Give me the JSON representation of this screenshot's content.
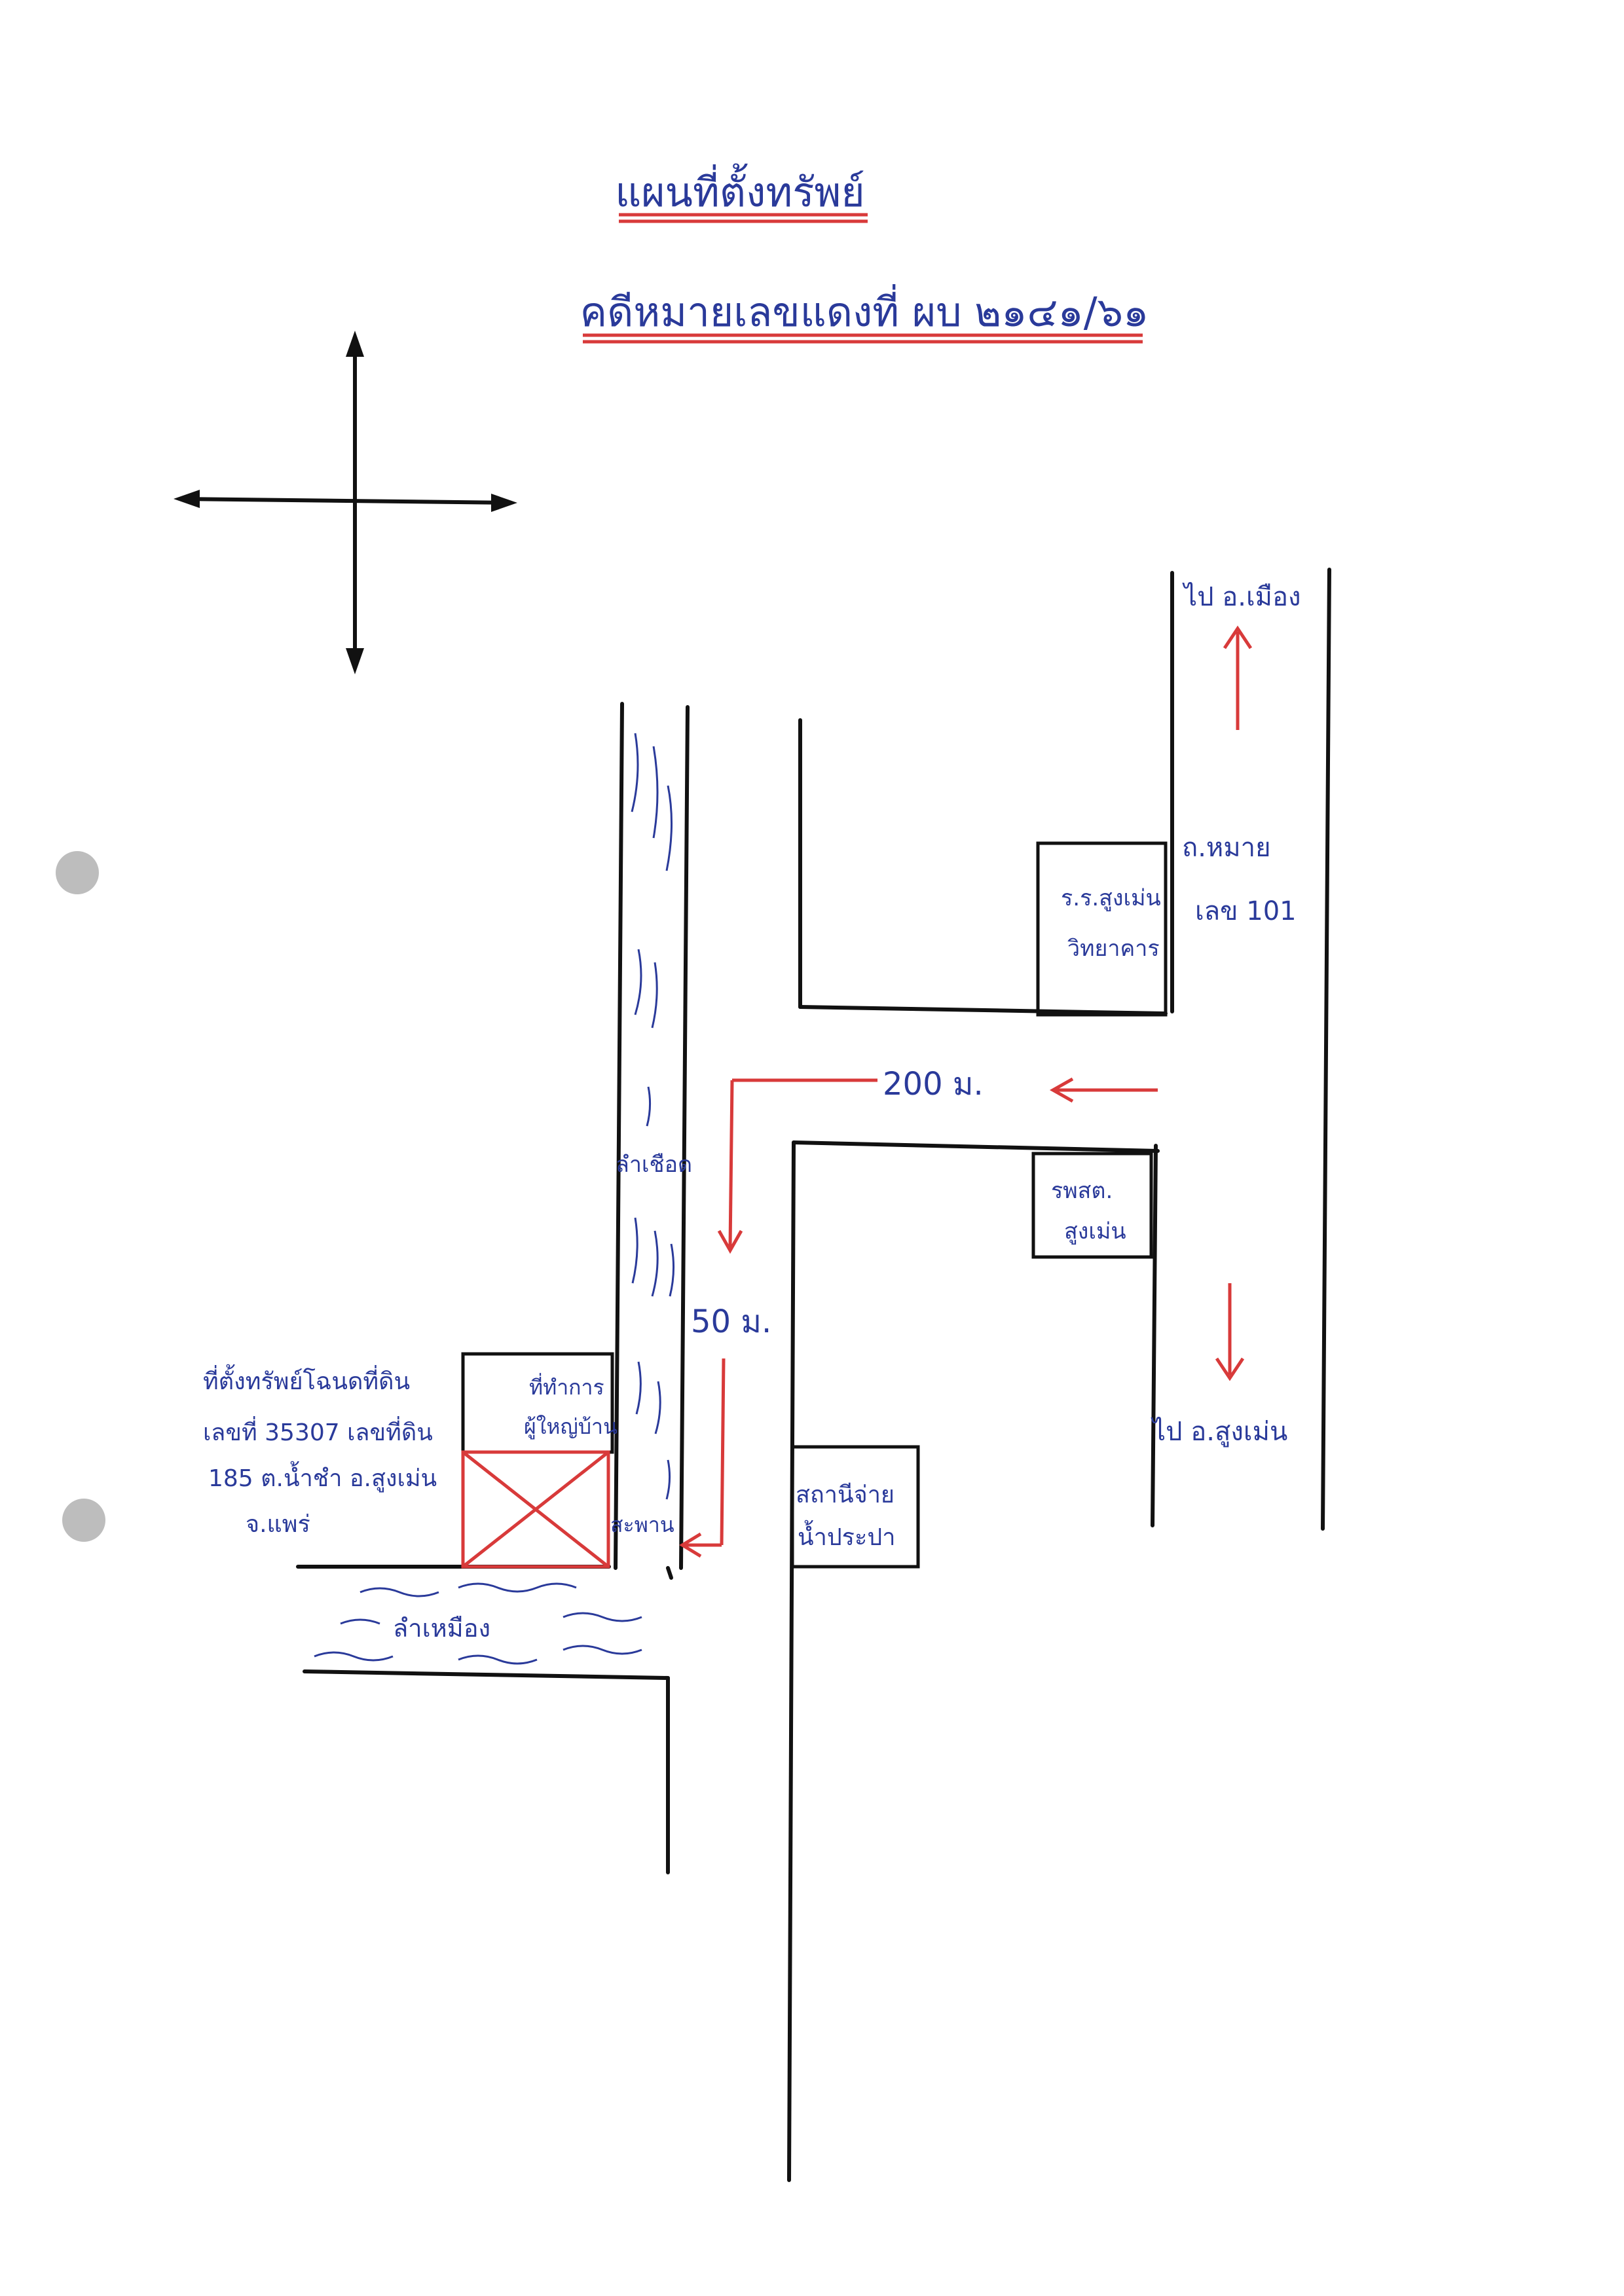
{
  "title": {
    "line1": "แผนที่ตั้งทรัพย์",
    "line2": "คดีหมายเลขแดงที่ ผบ ๒๑๔๑/๖๑"
  },
  "labels": {
    "to_mueang": "ไป อ.เมือง",
    "highway_line1": "ถ.หมาย",
    "highway_line2": "เลข 101",
    "school_line1": "ร.ร.สูงเม่น",
    "school_line2": "วิทยาคาร",
    "distance_200": "200 ม.",
    "creek_cheuat": "ลำเชือด",
    "distance_50": "50 ม.",
    "police_line1": "รพสต.",
    "police_line2": "สูงเม่น",
    "to_sungmen": "ไป อ.สูงเม่น",
    "property_line1": "ที่ตั้งทรัพย์โฉนดที่ดิน",
    "property_line2": "เลขที่ 35307 เลขที่ดิน",
    "property_line3": "185 ต.น้ำชำ อ.สูงเม่น",
    "property_line4": "จ.แพร่",
    "neighbor_line1": "ที่ทำการ",
    "neighbor_line2": "ผู้ใหญ่บ้าน",
    "bridge": "สะพาน",
    "water_station_line1": "สถานีจ่าย",
    "water_station_line2": "น้ำประปา",
    "river": "ลำเหมือง"
  },
  "colors": {
    "ink": "#111111",
    "pen_blue": "#2a3a9a",
    "pen_red": "#d83a3a"
  },
  "icons": {
    "compass": "compass-cross-icon",
    "property_marker": "x-mark-icon"
  }
}
